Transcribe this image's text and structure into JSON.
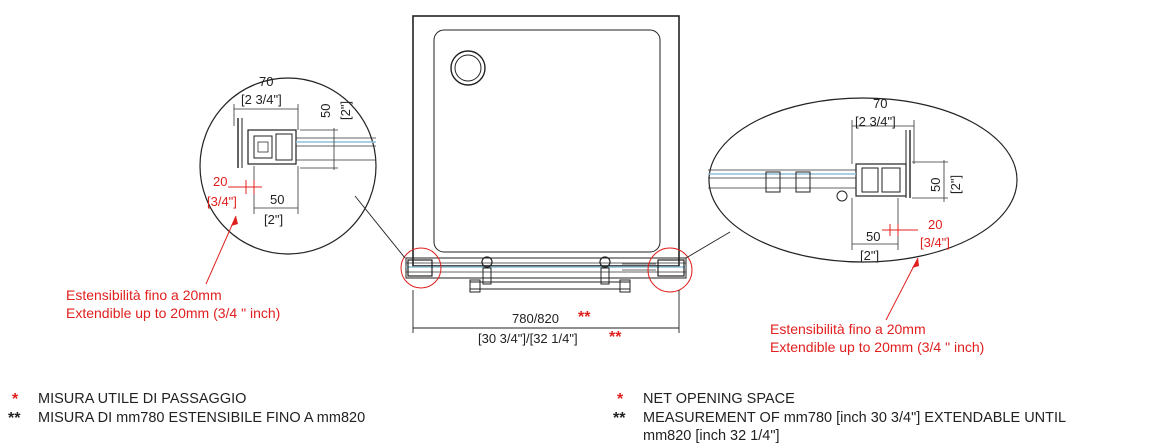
{
  "diagram": {
    "left_detail": {
      "dim_top": "70",
      "dim_top_inch": "[2 3/4\"]",
      "dim_side": "50",
      "dim_side_inch": "[2\"]",
      "dim_bottom": "50",
      "dim_bottom_inch": "[2\"]",
      "dim_ext": "20",
      "dim_ext_inch": "[3/4\"]",
      "note_it": "Estensibilità fino a 20mm",
      "note_en": "Extendible up to 20mm (3/4 \" inch)"
    },
    "right_detail": {
      "dim_top": "70",
      "dim_top_inch": "[2 3/4\"]",
      "dim_side": "50",
      "dim_side_inch": "[2\"]",
      "dim_bottom": "50",
      "dim_bottom_inch": "[2\"]",
      "dim_ext": "20",
      "dim_ext_inch": "[3/4\"]",
      "note_it": "Estensibilità fino a 20mm",
      "note_en": "Extendible up to 20mm (3/4 \" inch)"
    },
    "width_label": "780/820",
    "width_mark": "**",
    "width_inch": "[30 3/4\"]/[32 1/4\"]",
    "width_inch_mark": "**"
  },
  "legend": {
    "it": {
      "star1": "*",
      "line1": "MISURA UTILE DI PASSAGGIO",
      "star2": "**",
      "line2": "MISURA DI mm780 ESTENSIBILE FINO A mm820"
    },
    "en": {
      "star1": "*",
      "line1": "NET OPENING SPACE",
      "star2": "**",
      "line2a": "MEASUREMENT OF mm780 [inch 30 3/4\"] EXTENDABLE UNTIL",
      "line2b": "mm820 [inch 32 1/4\"]"
    }
  },
  "colors": {
    "accent_red": "#e0201f",
    "line": "#222222",
    "glass": "#8fc0d8"
  }
}
